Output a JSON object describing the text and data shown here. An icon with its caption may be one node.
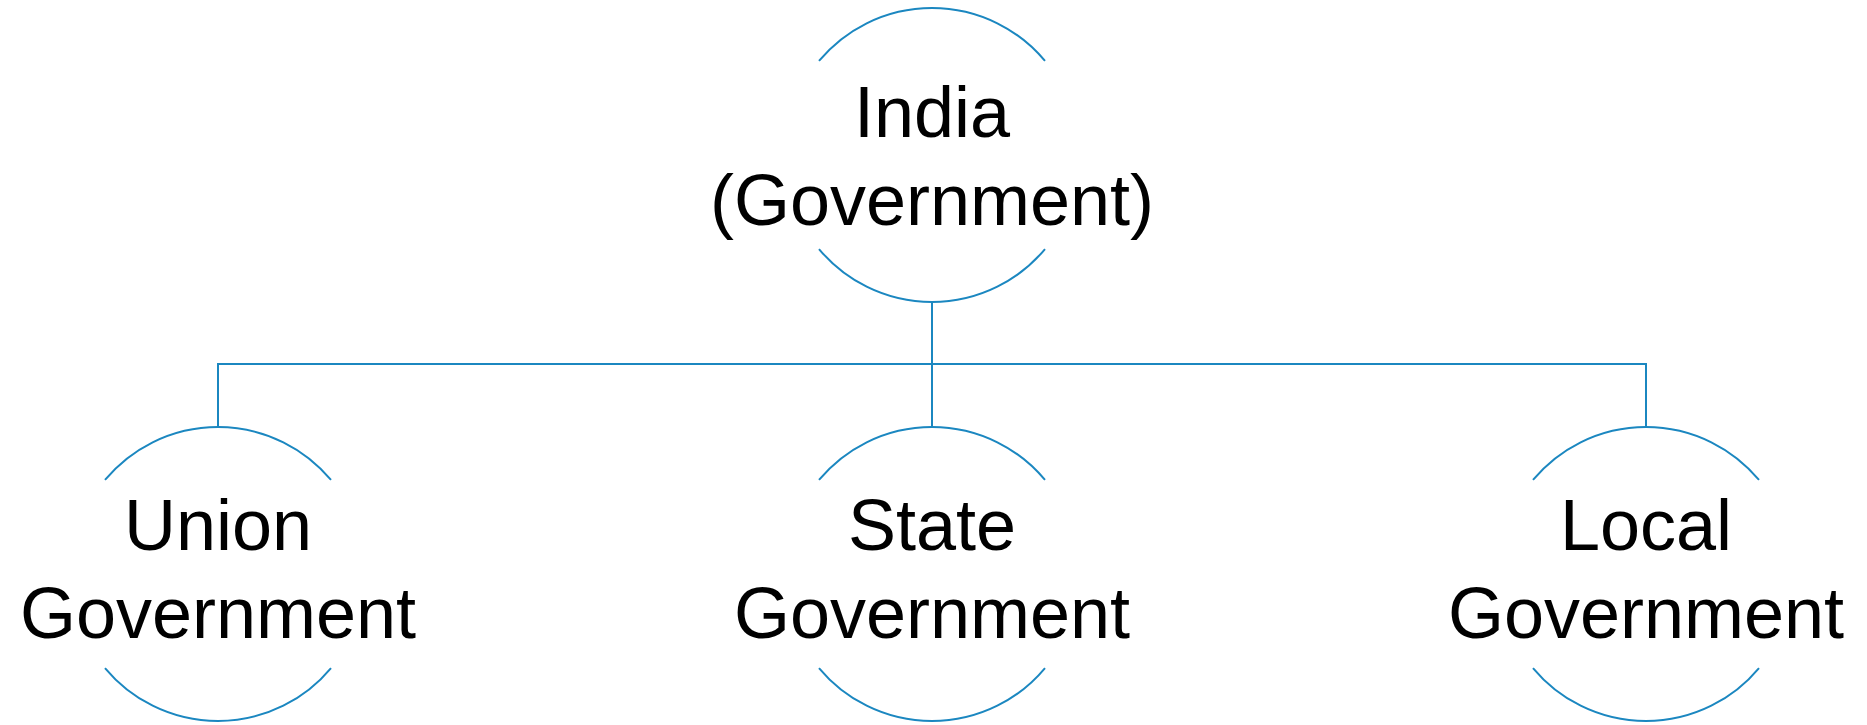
{
  "diagram": {
    "nodes": [
      {
        "text": [
          "India (Government)"
        ]
      },
      {
        "text": [
          "Union Government"
        ]
      },
      {
        "text": [
          "State Government"
        ]
      },
      {
        "text": [
          "Local Government"
        ]
      }
    ],
    "edges": [
      {
        "from": 0,
        "to": 1,
        "arrow": "none"
      },
      {
        "from": 0,
        "to": 2,
        "arrow": "none"
      },
      {
        "from": 0,
        "to": 3,
        "arrow": "none"
      }
    ]
  }
}
